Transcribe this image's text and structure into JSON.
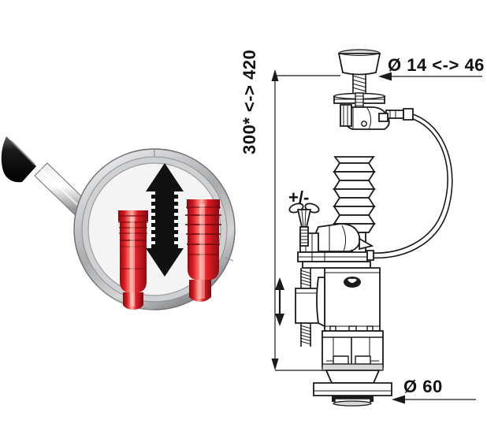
{
  "figure": {
    "kind": "technical-line-drawing",
    "subject": "toilet cistern flush valve assembly with pneumatic push-button and adjustable overflow",
    "background_color": "#ffffff",
    "line_color": "#1a1a1a"
  },
  "annotations": {
    "top_diameter": {
      "text": "Ø 14 <-> 46",
      "meaning": "push-button bore diameter range in millimetres",
      "leader": "horizontal line with left-pointing arrow"
    },
    "overall_height": {
      "text": "300* <-> 420",
      "meaning": "overall valve height range in millimetres, adjustable",
      "orientation": "vertical, rotated 90 degrees counter-clockwise",
      "footnote_marker": "*"
    },
    "adjustment": {
      "text": "+/-",
      "meaning": "height fine adjustment screw"
    },
    "base_diameter": {
      "text": "Ø 60",
      "meaning": "valve seat / outlet seal diameter in millimetres",
      "leader": "horizontal line with left-pointing arrow"
    }
  },
  "inset": {
    "name": "magnifier-detail",
    "description": "magnifying glass showing two red telescoping bellows sections and a vertical double-headed travel arrow",
    "handle_color": "#111111",
    "lens_rim_color": "#b9babc",
    "lens_fill_color": "#f2f2f2",
    "part_color": "#e01b24",
    "part_highlight": "#ff8a7a",
    "arrow_color": "#111111"
  },
  "colors": {
    "stroke": "#1a1a1a",
    "white": "#ffffff",
    "grey_fill": "#d8d8d8",
    "red": "#e01b24",
    "black": "#111111"
  }
}
